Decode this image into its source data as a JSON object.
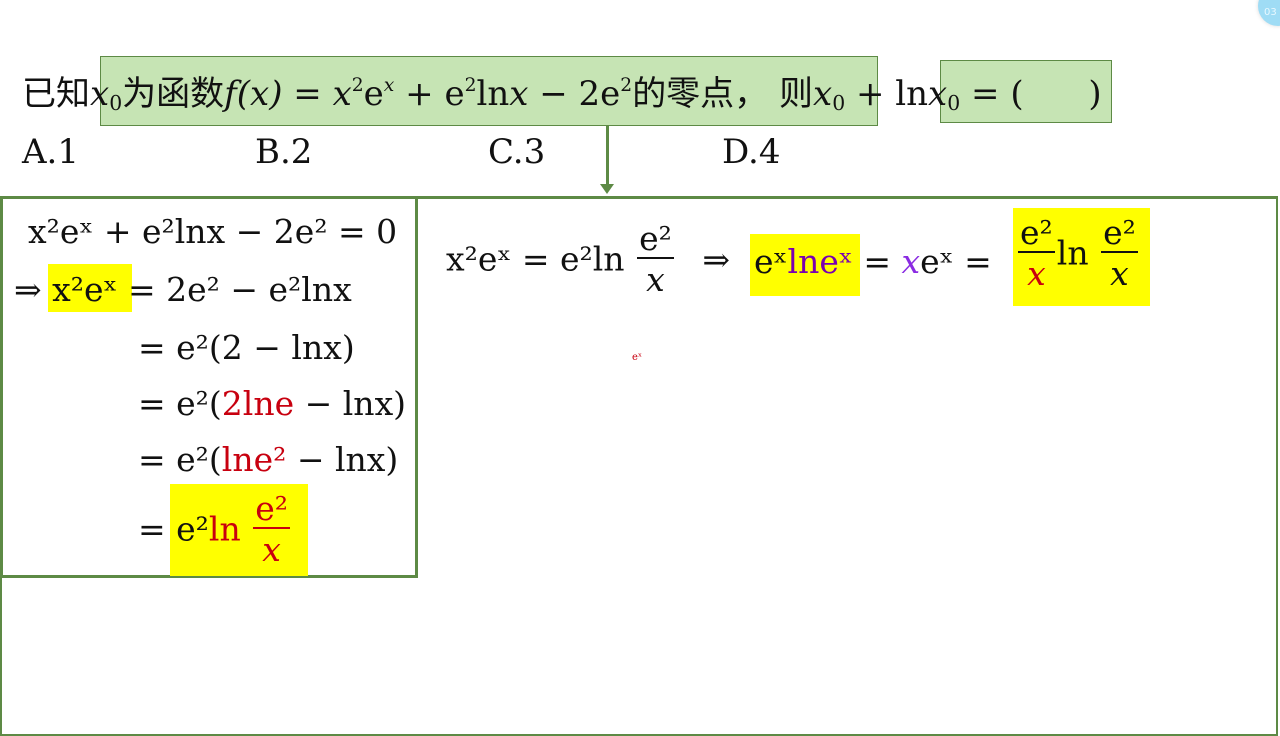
{
  "badge": {
    "text": "03"
  },
  "question": {
    "prefix": "已知",
    "x0": "x",
    "sub0": "0",
    "is_function": "为函数",
    "fx": "f(x)",
    "eq": " = ",
    "expr_a": "x",
    "exp2": "2",
    "e": "e",
    "expx": "x",
    "plus": " + ",
    "ln": "ln",
    "x": "x",
    "minus": " − 2",
    "zero_point": "的零点，",
    "then": "则",
    "plus_ln": " + ln",
    "equals_paren": " = (      )"
  },
  "options": [
    {
      "label": "A.1"
    },
    {
      "label": "B.2"
    },
    {
      "label": "C.3"
    },
    {
      "label": "D.4"
    }
  ],
  "left_panel": {
    "line1": {
      "lhs": "x²eˣ + e²lnx − 2e² = 0"
    },
    "line2": {
      "arrow": "⇒",
      "hl": "x²eˣ",
      "rest": " = 2e² − e²lnx"
    },
    "line3": {
      "text": "= e²(2 − lnx)"
    },
    "line4": {
      "pre": "= e²(",
      "red": "2lne",
      "post": " − lnx)"
    },
    "line5": {
      "pre": "= e²(",
      "red": "lne²",
      "post": " − lnx)"
    },
    "line6": {
      "pre": "=",
      "hl_black": "e²",
      "hl_red_ln": "ln",
      "num": "e²",
      "den": "x"
    }
  },
  "right_panel": {
    "eq_lhs": "x²eˣ = e²ln",
    "frac_num": "e²",
    "frac_den": "x",
    "implies": "⇒",
    "hl1_black": "eˣ",
    "hl1_purple": "lneˣ",
    "eq": " = ",
    "x_violet": "x",
    "rest": "eˣ = ",
    "frac2_num": "e²",
    "frac2_den": "x",
    "ln": "ln",
    "frac3_num": "e²",
    "frac3_den": "x"
  },
  "annotation": {
    "small": "eˣ"
  },
  "colors": {
    "green_border": "#5d8a45",
    "green_fill": "#c6e4b4",
    "yellow": "#ffff00",
    "red": "#c8000f",
    "purple": "#7a00b0"
  }
}
